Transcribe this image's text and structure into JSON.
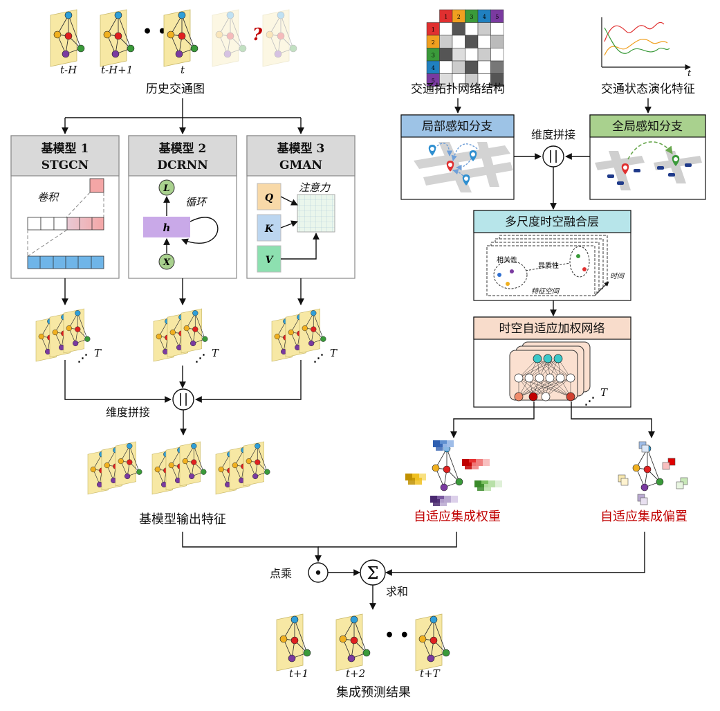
{
  "history": {
    "caption": "历史交通图",
    "labels": [
      "t-H",
      "t-H+1",
      "t"
    ],
    "question": "?"
  },
  "base_models": [
    {
      "title": "基模型 1",
      "subtitle": "STGCN",
      "note": "卷积"
    },
    {
      "title": "基模型 2",
      "subtitle": "DCRNN",
      "note": "循环",
      "node_top": "L",
      "node_mid": "h",
      "node_bot": "X"
    },
    {
      "title": "基模型 3",
      "subtitle": "GMAN",
      "note": "注意力",
      "q": "Q",
      "k": "K",
      "v": "V"
    }
  ],
  "stack_label": "T",
  "concat_left_label": "维度拼接",
  "base_output_caption": "基模型输出特征",
  "topology": {
    "caption": "交通拓扑网络结构",
    "col_headers": [
      "1",
      "2",
      "3",
      "4",
      "5"
    ],
    "row_headers": [
      "1",
      "2",
      "3",
      "4",
      "5"
    ],
    "header_colors": [
      "#e03030",
      "#f0a020",
      "#3a9a3a",
      "#2080c0",
      "#7a3aa0"
    ]
  },
  "state_evolution": {
    "caption": "交通状态演化特征",
    "axis_label": "t"
  },
  "local_branch": {
    "title": "局部感知分支",
    "color": "#9dc3e6"
  },
  "global_branch": {
    "title": "全局感知分支",
    "color": "#a9d18e"
  },
  "concat_right_label": "维度拼接",
  "fusion": {
    "title": "多尺度时空融合层",
    "color": "#b7e5ea",
    "corr": "相关性",
    "hetero": "异质性",
    "feature_space": "特征空间",
    "time": "时间"
  },
  "adaptive_net": {
    "title": "时空自适应加权网络",
    "color": "#f8dccb",
    "stack_label": "T"
  },
  "weights_caption": "自适应集成权重",
  "bias_caption": "自适应集成偏置",
  "dot_label": "点乘",
  "sum_label": "求和",
  "prediction": {
    "labels": [
      "t+1",
      "t+2",
      "t+T"
    ],
    "caption": "集成预测结果"
  }
}
